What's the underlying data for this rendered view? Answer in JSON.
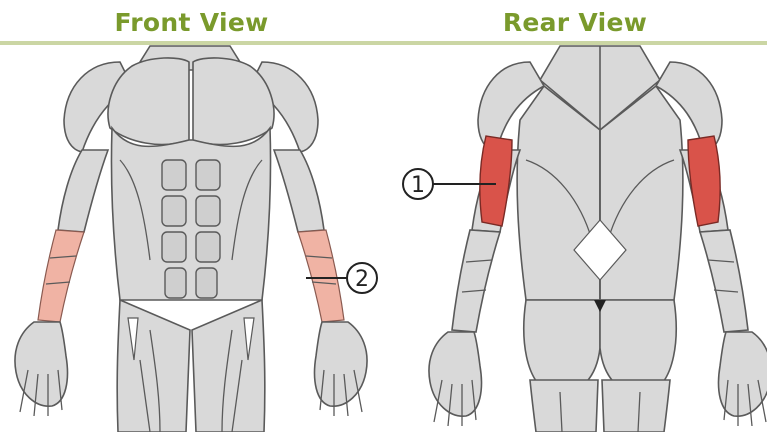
{
  "headers": {
    "front": "Front View",
    "rear": "Rear View"
  },
  "callouts": [
    {
      "number": "1",
      "target": "rear upper arm (triceps)"
    },
    {
      "number": "2",
      "target": "front forearm (flexors)"
    }
  ],
  "colors": {
    "header_text": "#7a9a2c",
    "header_rule": "#cbd6a4",
    "muscle_fill": "#d9d9d9",
    "muscle_stroke": "#5a5a5a",
    "highlight_primary": "#d9534a",
    "highlight_secondary": "#f0b3a4"
  }
}
